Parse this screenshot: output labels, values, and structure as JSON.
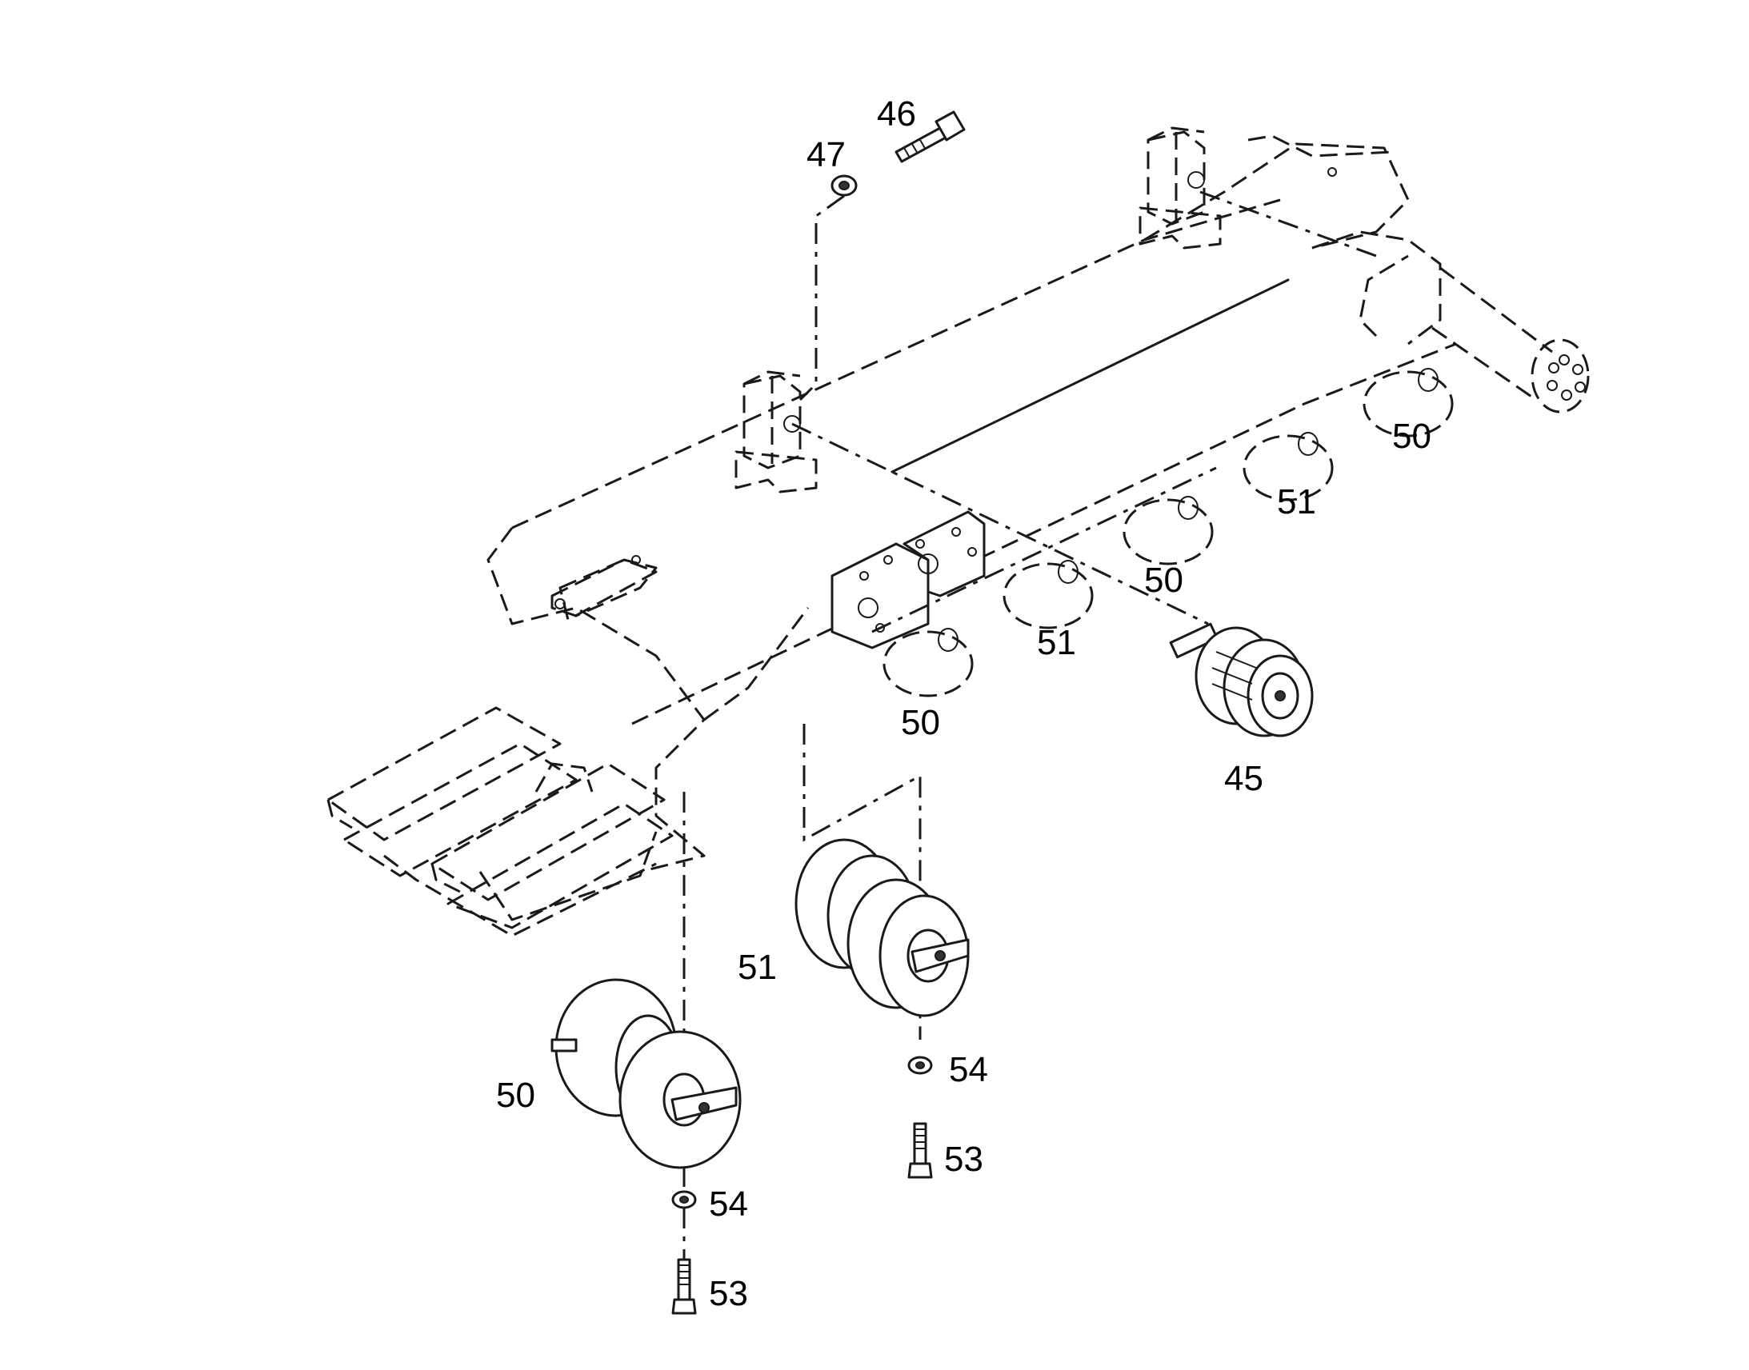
{
  "labels": [
    {
      "text": "46"
    },
    {
      "text": "47"
    },
    {
      "text": "50"
    },
    {
      "text": "51"
    },
    {
      "text": "50"
    },
    {
      "text": "51"
    },
    {
      "text": "50"
    },
    {
      "text": "45"
    },
    {
      "text": "51"
    },
    {
      "text": "54"
    },
    {
      "text": "53"
    },
    {
      "text": "50"
    },
    {
      "text": "54"
    },
    {
      "text": "53"
    }
  ]
}
